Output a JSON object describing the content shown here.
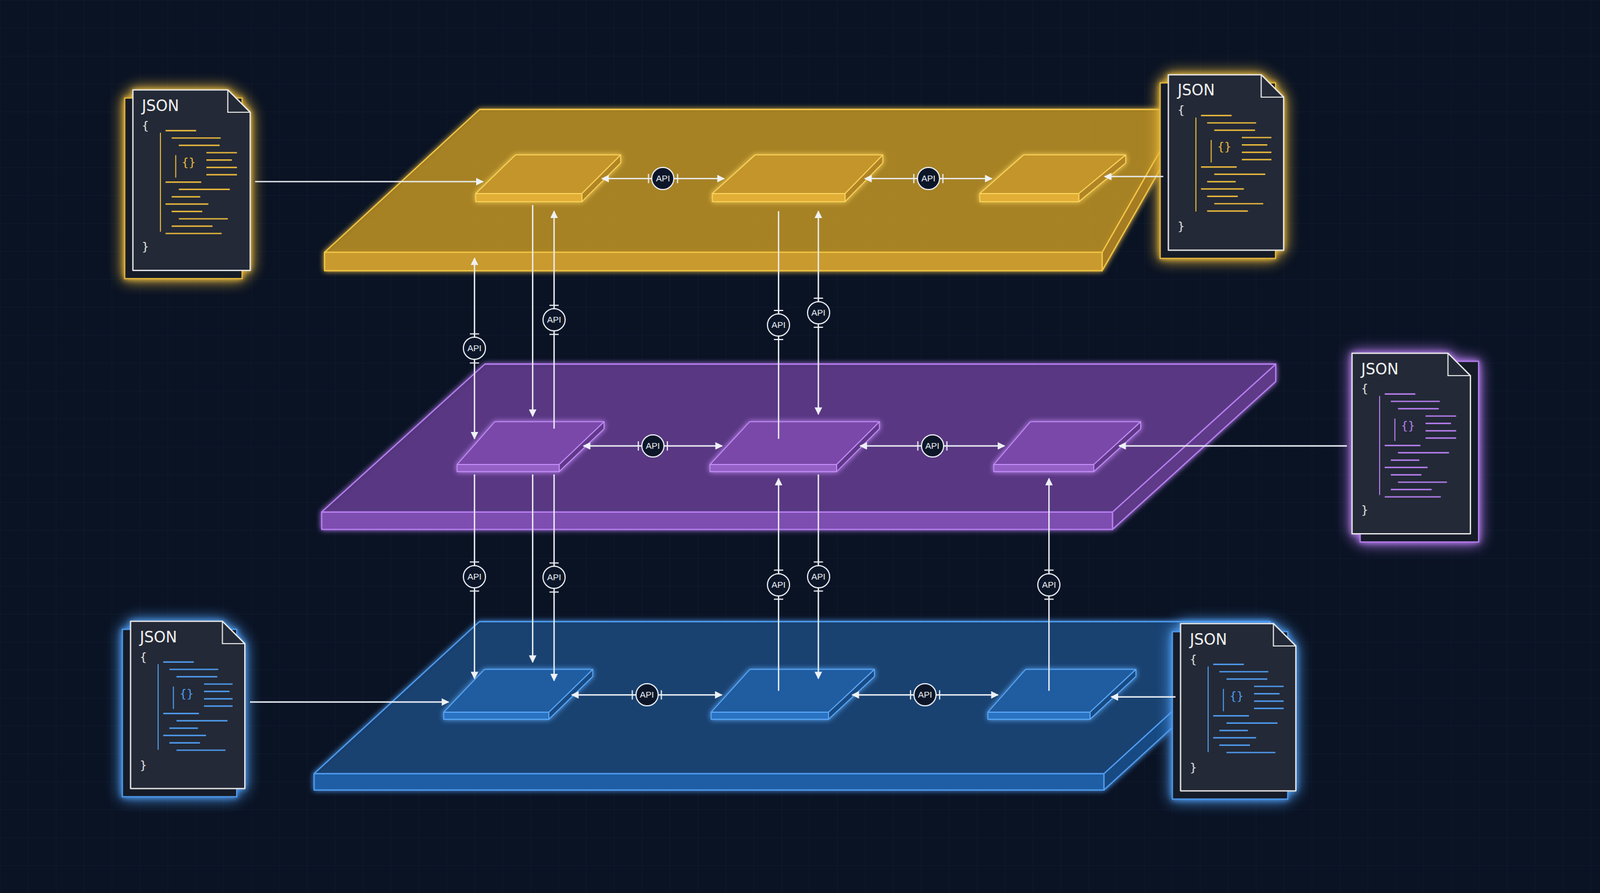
{
  "diagram": {
    "nodes": [
      {
        "text": [
          "JSON",
          "{",
          "{}",
          "}"
        ]
      },
      {
        "text": []
      },
      {
        "text": [],
        "in": 1
      },
      {
        "text": [],
        "in": 1
      },
      {
        "text": [],
        "in": 1
      },
      {
        "text": [
          "JSON",
          "{",
          "{}",
          "}"
        ]
      },
      {
        "text": []
      },
      {
        "text": [],
        "in": 6
      },
      {
        "text": [],
        "in": 6
      },
      {
        "text": [],
        "in": 6
      },
      {
        "text": [
          "JSON",
          "{",
          "{}",
          "}"
        ]
      },
      {
        "text": [
          "JSON",
          "{",
          "{}",
          "}"
        ]
      },
      {
        "text": []
      },
      {
        "text": [],
        "in": 12
      },
      {
        "text": [],
        "in": 12
      },
      {
        "text": [],
        "in": 12
      },
      {
        "text": [
          "JSON",
          "{",
          "{}",
          "}"
        ]
      }
    ],
    "edges": [
      {
        "from": 2,
        "to": 3,
        "label": "API",
        "arrow": "both"
      },
      {
        "from": 3,
        "to": 4,
        "label": "API",
        "arrow": "both"
      },
      {
        "from": 0,
        "to": 2,
        "arrow": "to"
      },
      {
        "from": 5,
        "to": 4,
        "arrow": "to"
      },
      {
        "from": 2,
        "to": 7,
        "label": "API",
        "arrow": "both"
      },
      {
        "from": 2,
        "to": 7,
        "arrow": "to"
      },
      {
        "from": 7,
        "to": 2,
        "label": "API",
        "arrow": "to"
      },
      {
        "from": 3,
        "to": 8,
        "label": "API",
        "arrow": "none"
      },
      {
        "from": 3,
        "to": 8,
        "label": "API",
        "arrow": "both"
      },
      {
        "from": 7,
        "to": 8,
        "label": "API",
        "arrow": "both"
      },
      {
        "from": 8,
        "to": 9,
        "label": "API",
        "arrow": "both"
      },
      {
        "from": 10,
        "to": 9,
        "arrow": "to"
      },
      {
        "from": 7,
        "to": 13,
        "label": "API",
        "arrow": "to"
      },
      {
        "from": 7,
        "to": 13,
        "arrow": "to"
      },
      {
        "from": 7,
        "to": 13,
        "label": "API",
        "arrow": "to"
      },
      {
        "from": 14,
        "to": 8,
        "label": "API",
        "arrow": "to"
      },
      {
        "from": 8,
        "to": 14,
        "label": "API",
        "arrow": "to"
      },
      {
        "from": 15,
        "to": 9,
        "label": "API",
        "arrow": "to"
      },
      {
        "from": 13,
        "to": 14,
        "label": "API",
        "arrow": "both"
      },
      {
        "from": 14,
        "to": 15,
        "label": "API",
        "arrow": "both"
      },
      {
        "from": 11,
        "to": 13,
        "arrow": "to"
      },
      {
        "from": 16,
        "to": 15,
        "arrow": "to"
      }
    ]
  }
}
